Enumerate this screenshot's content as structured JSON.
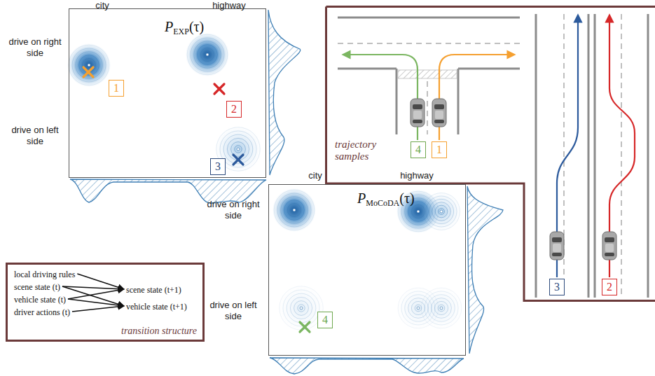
{
  "diagram": {
    "nodes": [
      {
        "text": [
          "P",
          "EXP",
          "(τ)"
        ]
      },
      {
        "text": [
          "1"
        ],
        "in": 0
      },
      {
        "text": [
          "2"
        ],
        "in": 0
      },
      {
        "text": [
          "3"
        ],
        "in": 0
      },
      {
        "text": [
          "trajectory samples"
        ]
      },
      {
        "text": [
          "4"
        ],
        "in": 4
      },
      {
        "text": [
          "1"
        ],
        "in": 4
      },
      {
        "text": [
          "3"
        ],
        "in": 4
      },
      {
        "text": [
          "2"
        ],
        "in": 4
      },
      {
        "text": [
          "P",
          "MoCoDA",
          "(τ)"
        ]
      },
      {
        "text": [
          "4"
        ],
        "in": 9
      },
      {
        "text": [
          "transition structure"
        ]
      },
      {
        "text": [
          "local driving rules"
        ],
        "in": 11
      },
      {
        "text": [
          "scene state (t)"
        ],
        "in": 11
      },
      {
        "text": [
          "vehicle state (t)"
        ],
        "in": 11
      },
      {
        "text": [
          "driver actions (t)"
        ],
        "in": 11
      },
      {
        "text": [
          "scene state (t+1)"
        ],
        "in": 11
      },
      {
        "text": [
          "vehicle state (t+1)"
        ],
        "in": 11
      }
    ],
    "edges": [
      {
        "from": 12,
        "to": 16,
        "arrow": "to"
      },
      {
        "from": 13,
        "to": 16,
        "arrow": "to"
      },
      {
        "from": 13,
        "to": 17,
        "arrow": "to"
      },
      {
        "from": 14,
        "to": 16,
        "arrow": "to"
      },
      {
        "from": 14,
        "to": 17,
        "arrow": "to"
      },
      {
        "from": 15,
        "to": 17,
        "arrow": "to"
      }
    ],
    "labels": [
      "city",
      "highway",
      "drive on right side",
      "drive on left side",
      "city",
      "highway",
      "drive on right side",
      "drive on left side"
    ]
  }
}
